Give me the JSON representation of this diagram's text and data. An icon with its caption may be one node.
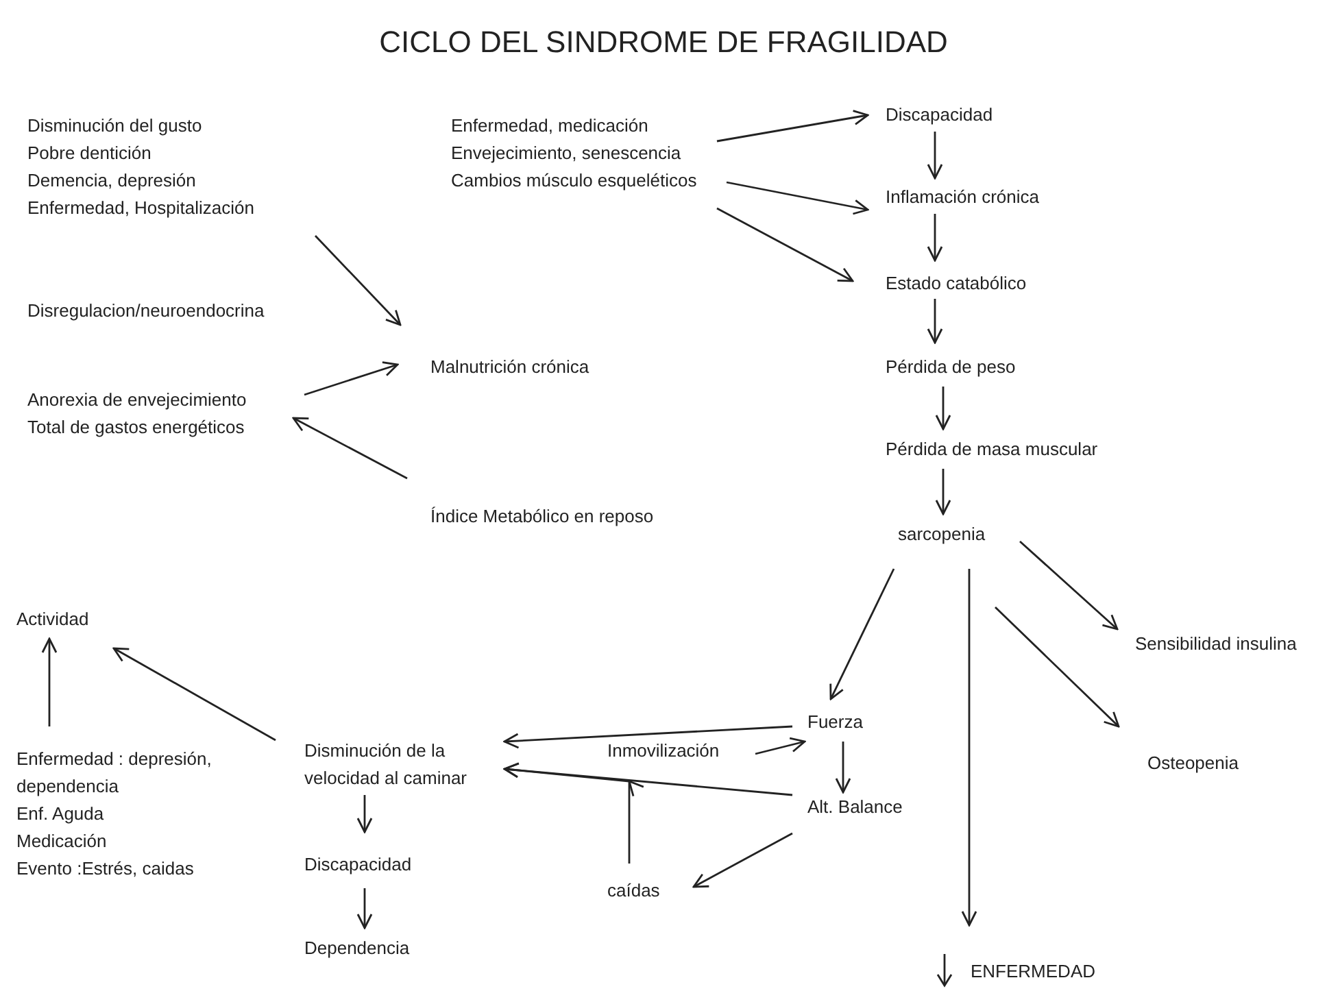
{
  "diagram": {
    "title": "CICLO DEL SINDROME DE FRAGILIDAD",
    "nodes": [
      {
        "text": [
          "Disminución del gusto",
          "Pobre dentición",
          "Demencia, depresión",
          "Enfermedad, Hospitalización"
        ]
      },
      {
        "text": [
          "Malnutrición crónica"
        ]
      },
      {
        "text": [
          "Anorexia de envejecimiento",
          "Total de gastos energéticos"
        ]
      },
      {
        "text": [
          "Índice Metabólico en reposo"
        ]
      },
      {
        "text": [
          "Enfermedad, medicación",
          "Envejecimiento, senescencia",
          "Cambios músculo esqueléticos"
        ]
      },
      {
        "text": [
          "Discapacidad"
        ]
      },
      {
        "text": [
          "Inflamación crónica"
        ]
      },
      {
        "text": [
          "Estado catabólico"
        ]
      },
      {
        "text": [
          "Pérdida de peso"
        ]
      },
      {
        "text": [
          "Pérdida de masa muscular"
        ]
      },
      {
        "text": [
          "sarcopenia"
        ]
      },
      {
        "text": [
          "Actividad"
        ]
      },
      {
        "text": [
          "Sensibilidad insulina"
        ]
      },
      {
        "text": [
          "Fuerza"
        ]
      },
      {
        "text": [
          "Enfermedad : depresión, dependencia",
          "Enf. Aguda",
          "Medicación",
          "Evento :Estrés, caidas"
        ]
      },
      {
        "text": [
          "Disminución de la velocidad al caminar"
        ]
      },
      {
        "text": [
          "Inmovilización"
        ]
      },
      {
        "text": [
          "Osteopenia"
        ]
      },
      {
        "text": [
          "Alt. Balance"
        ]
      },
      {
        "text": [
          "Discapacidad"
        ]
      },
      {
        "text": [
          "caídas"
        ]
      },
      {
        "text": [
          "Dependencia"
        ]
      },
      {
        "text": [
          "ENFERMEDAD"
        ]
      }
    ],
    "edges": [
      {
        "from": 0,
        "to": 1,
        "arrow": "to"
      },
      {
        "from": 2,
        "to": 1,
        "arrow": "to"
      },
      {
        "from": 3,
        "to": 2,
        "arrow": "to"
      },
      {
        "from": 4,
        "to": 5,
        "arrow": "to"
      },
      {
        "from": 4,
        "to": 6,
        "arrow": "to"
      },
      {
        "from": 4,
        "to": 7,
        "arrow": "to"
      },
      {
        "from": 5,
        "to": 6,
        "arrow": "to"
      },
      {
        "from": 6,
        "to": 7,
        "arrow": "to"
      },
      {
        "from": 7,
        "to": 8,
        "arrow": "to"
      },
      {
        "from": 8,
        "to": 9,
        "arrow": "to"
      },
      {
        "from": 9,
        "to": 10,
        "arrow": "to"
      },
      {
        "from": 10,
        "to": 13,
        "arrow": "to"
      },
      {
        "from": 10,
        "to": 22,
        "arrow": "to"
      },
      {
        "from": 10,
        "to": 12,
        "arrow": "to"
      },
      {
        "from": 10,
        "to": 17,
        "arrow": "to"
      },
      {
        "from": 13,
        "to": 15,
        "arrow": "to"
      },
      {
        "from": 18,
        "to": 15,
        "arrow": "to"
      },
      {
        "from": 16,
        "to": 13,
        "arrow": "to"
      },
      {
        "from": 13,
        "to": 18,
        "arrow": "to"
      },
      {
        "from": 18,
        "to": 20,
        "arrow": "to"
      },
      {
        "from": 20,
        "to": 15,
        "arrow": "to"
      },
      {
        "from": 15,
        "to": 11,
        "arrow": "to"
      },
      {
        "from": 14,
        "to": 11,
        "arrow": "to"
      },
      {
        "from": 15,
        "to": 19,
        "arrow": "to"
      },
      {
        "from": 19,
        "to": 21,
        "arrow": "to"
      }
    ],
    "labels": [
      "Disregulacion/neuroendocrina"
    ]
  }
}
